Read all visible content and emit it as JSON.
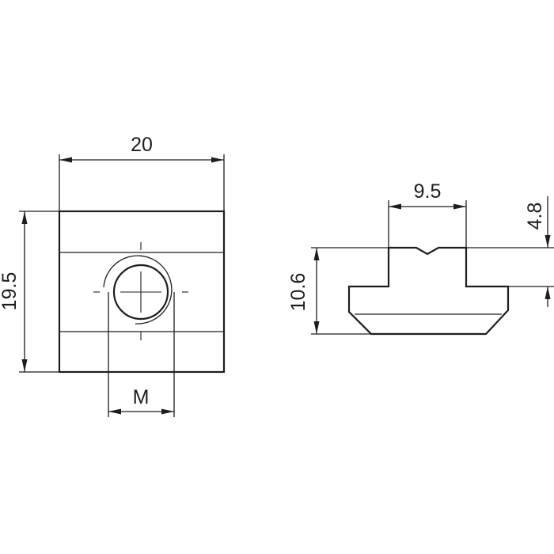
{
  "front_view": {
    "width_label": "20",
    "height_label": "19.5",
    "thread_label": "M"
  },
  "side_view": {
    "top_width_label": "9.5",
    "total_height_label": "10.6",
    "neck_height_label": "4.8"
  },
  "colors": {
    "line": "#1e1e1e",
    "background": "#ffffff"
  }
}
